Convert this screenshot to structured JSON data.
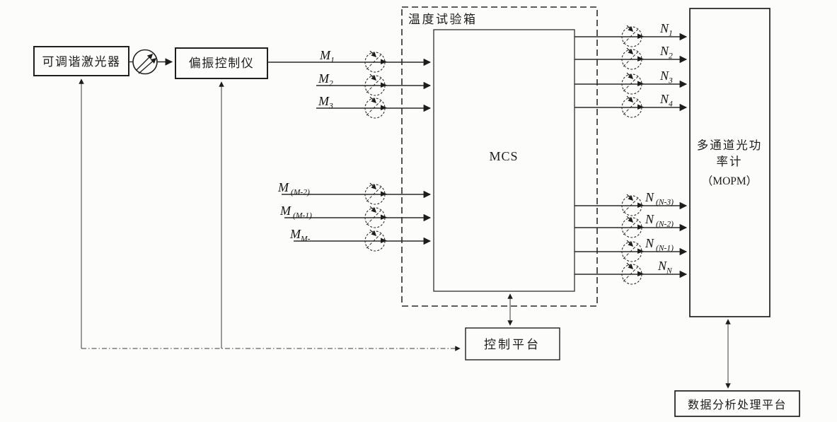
{
  "colors": {
    "paper": "#fcfcfa",
    "ink": "#1c1c1c"
  },
  "blocks": {
    "tunable_laser": "可调谐激光器",
    "polarization_controller": "偏振控制仪",
    "temperature_chamber": "温度试验箱",
    "mcs": "MCS",
    "mopm_line1": "多通道光功",
    "mopm_line2": "率计",
    "mopm_line3": "（MOPM）",
    "control_platform": "控制平台",
    "data_platform": "数据分析处理平台"
  },
  "input_channels": [
    {
      "main": "M",
      "sub": "1"
    },
    {
      "main": "M",
      "sub": "2"
    },
    {
      "main": "M",
      "sub": "3"
    },
    {
      "main": "M",
      "sub": "(M-2)"
    },
    {
      "main": "M",
      "sub": "(M-1)"
    },
    {
      "main": "M",
      "sub": "M-"
    }
  ],
  "output_channels": [
    {
      "main": "N",
      "sub": "1"
    },
    {
      "main": "N",
      "sub": "2"
    },
    {
      "main": "N",
      "sub": "3"
    },
    {
      "main": "N",
      "sub": "4"
    },
    {
      "main": "N",
      "sub": "(N-3)"
    },
    {
      "main": "N",
      "sub": "(N-2)"
    },
    {
      "main": "N",
      "sub": "(N-1)"
    },
    {
      "main": "N",
      "sub": "N"
    }
  ]
}
